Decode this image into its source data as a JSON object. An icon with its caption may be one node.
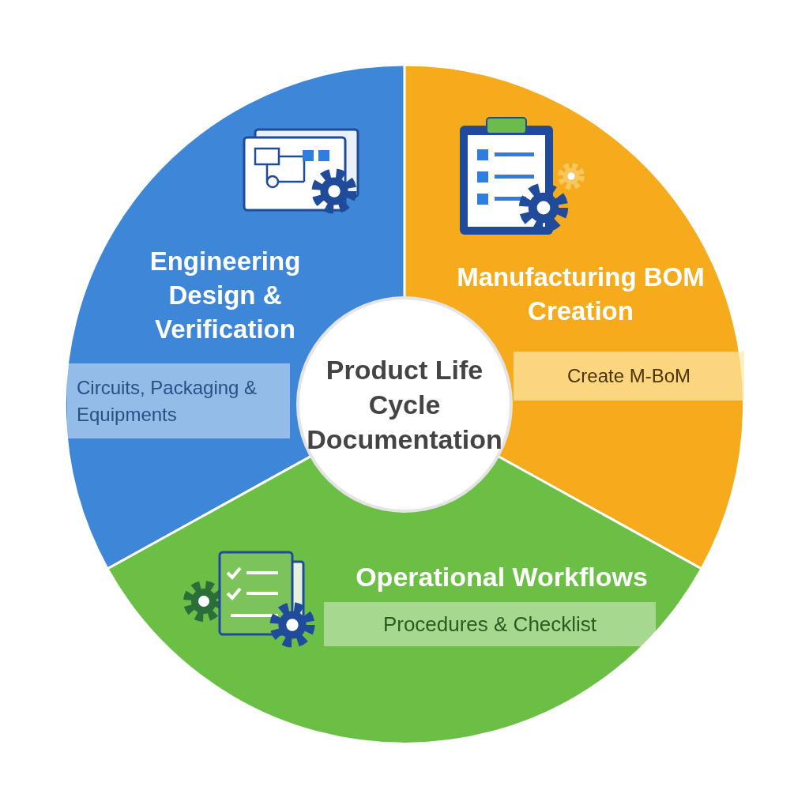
{
  "diagram": {
    "nodes": [
      {
        "text": [
          "Engineering Design & Verification",
          "Circuits, Packaging & Equipments"
        ]
      },
      {
        "text": [
          "Manufacturing BOM Creation",
          "Create M-BoM"
        ]
      },
      {
        "text": [
          "Product Life Cycle Documentation"
        ]
      },
      {
        "text": [
          "Operational Workflows",
          "Procedures & Checklist"
        ]
      }
    ],
    "edges": []
  }
}
